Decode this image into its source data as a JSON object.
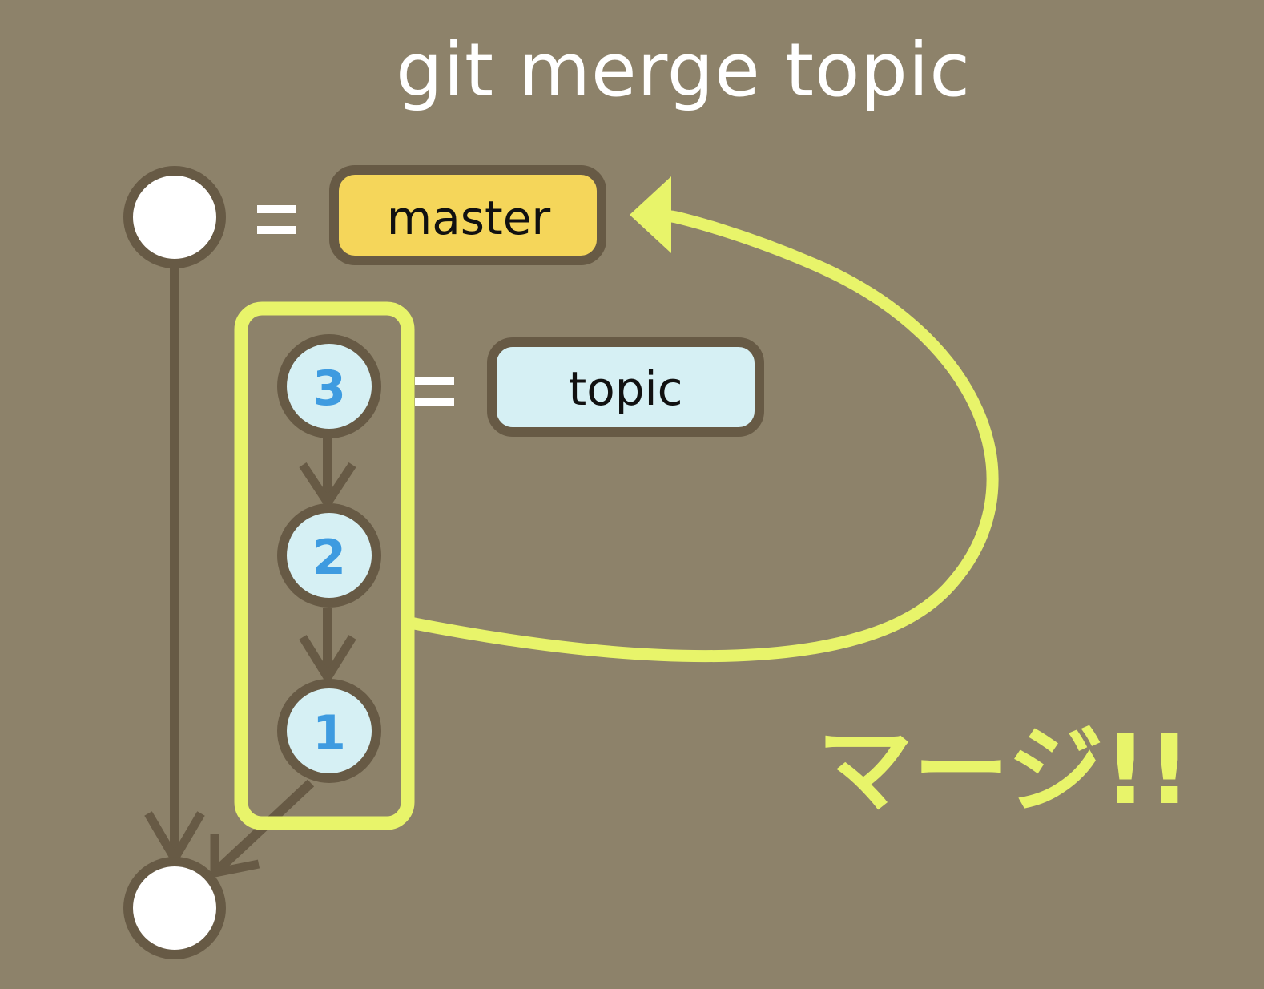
{
  "title": "git merge topic",
  "labels": {
    "master": "master",
    "topic": "topic",
    "equals_master": "=",
    "equals_topic": "="
  },
  "commits": [
    {
      "label": "3"
    },
    {
      "label": "2"
    },
    {
      "label": "1"
    }
  ],
  "annotation": "マージ!!",
  "colors": {
    "background": "#8d826a",
    "outline": "#675a45",
    "master": "#f5d65a",
    "topic": "#d6f0f4",
    "commit_number": "#3e9be0",
    "accent": "#e8f46a",
    "node": "#ffffff"
  }
}
